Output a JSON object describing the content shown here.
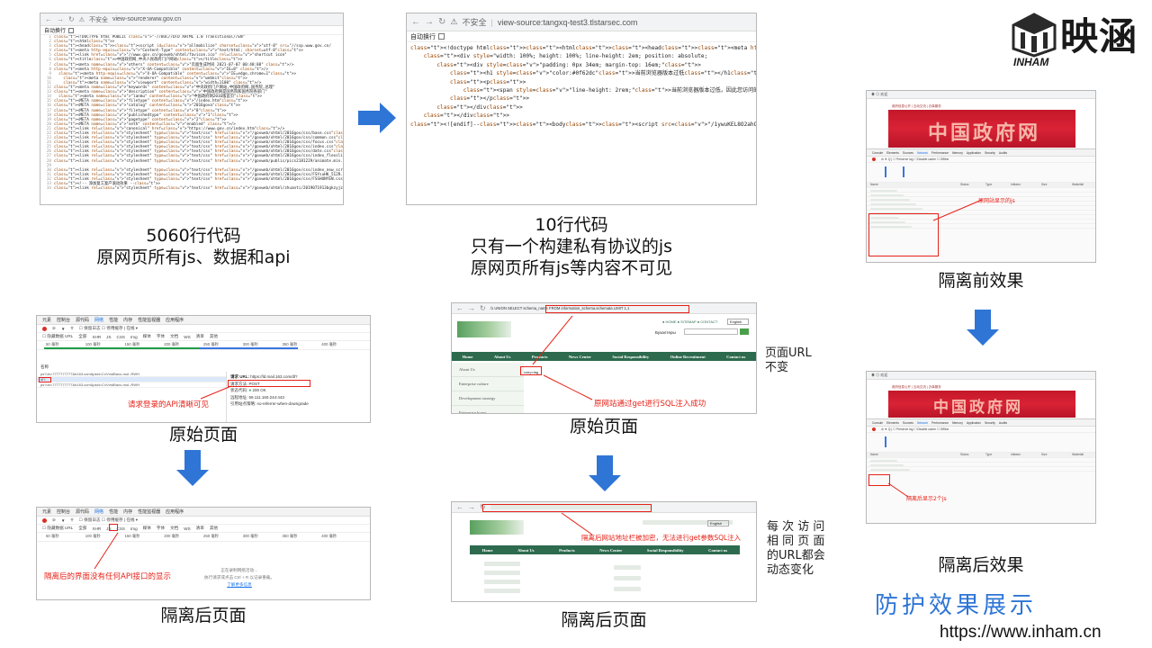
{
  "brand": {
    "name_cn": "映涵",
    "name_en": "INHAM",
    "url": "https://www.inham.cn",
    "section_title": "防护效果展示"
  },
  "colors": {
    "arrow": "#2e75d6",
    "annotation": "#e62117",
    "title_blue": "#2e75d6"
  },
  "top_left": {
    "browser": {
      "insecure_label": "不安全",
      "url": "view-source:www.gov.cn",
      "wrap_label": "自动换行"
    },
    "code_lines": [
      "<!DOCTYPE html PUBLIC \"-//W3C//DTD XHTML 1.0 Transitional//EN\"",
      "<html>",
      "<head><script id=\"allmobilize\" charset=\"utf-8\" src=\"//ssp.www.gov.cn/",
      "<meta http-equiv=\"Content-Type\" content=\"text/html; charset=utf-8\">",
      "<link href=\"//www.gov.cn/govweb/xhtml/favicon.ico\" rel=\"shortcut icon\"",
      "<title>中国政府网_中央人民政府门户网站</title>",
      "<meta name=\"others\" content=\"页面生成时间 2021-07-07 00:48:08\" />",
      "<meta http-equiv=\"X-UA-Compatible\" content=\"IE=8\" />",
      "  <meta http-equiv=\"X-UA-Compatible\" content=\"IE=edge,chrome=1\">",
      "    <meta name=\"renderer\" content=\"webkit\">",
      "    <meta name=\"viewport\" content=\"width=1100\" />",
      "<meta name=\"keywords\" content=\"中央政府门户网站,中国政府网,国务院,总理\"",
      "<meta name=\"description\" content=\"中国政府网是国务院和国务院各部门\"",
      "  <meta name=\"lanmu\" content=\"中国政府网2016版首页\">",
      "<META name=\"filetype\" content=\"/index.htm\">",
      "<META name=\"catalog\" content=\"2016gova\">",
      "<META name=\"filetype\" content=\"0\">",
      "<META name=\"publishedtype\" content=\"1\">",
      "<META name=\"pagetype\" content=\"2\">",
      "<META name=\"seth\" content=\"enabled\" />",
      "<link rel=\"canonical\" href=\"https://www.gov.cn/index.htm\"/>",
      "<link rel=\"stylesheet\" type=\"text/css\" href=\"/govweb/xhtml/2016gov/css/base.css\">",
      "<link rel=\"stylesheet\" type=\"text/css\" href=\"/govweb/xhtml/2016gov/css/common.css\">",
      "<link rel=\"stylesheet\" type=\"text/css\" href=\"/govweb/xhtml/2016gov/css/focus.css\">",
      "<link rel=\"stylesheet\" type=\"text/css\" href=\"/govweb/xhtml/2016gov/css/index.css\">",
      "<link rel=\"stylesheet\" type=\"text/css\" href=\"/govweb/xhtml/2016gov/css/date.css\">",
      "<link rel=\"stylesheet\" type=\"text/css\" href=\"/govweb/xhtml/2016gov/css/index_flexslider.css\">",
      "<link rel=\"stylesheet\" type=\"text/css\" href=\"/govweb/public/pics2181229/animate.min.css\">",
      "",
      "<link rel=\"stylesheet\" type=\"text/css\" href=\"/govweb/xhtml/2016gov/css/index_new_scroll.css\">",
      "<link rel=\"stylesheet\" type=\"text/css\" href=\"/govweb/xhtml/2016gov/css/FSYsuHK_512R.css\">",
      "<link rel=\"stylesheet\" type=\"text/css\" href=\"/govweb/xhtml/2016gov/css/FSSHUNYEN.css\">",
      "<!-- 添加复工复产滚动效果 -->",
      "<link rel=\"stylesheet\" type=\"text/css\" href=\"/govweb/xhtml/zhuanti/2019071913bgkzyjzlh/css/idangerous.\""
    ],
    "caption": [
      "5060行代码",
      "原网页所有js、数据和api"
    ]
  },
  "top_middle": {
    "browser": {
      "insecure_label": "不安全",
      "url": "view-source:tangxq-test3.tlstarsec.com",
      "wrap_label": "自动换行"
    },
    "code_lines": [
      "<!doctype html><html><head><meta http-equiv=\"X-UA-Compatible\" content=\"IE=edge\"/>",
      "    <div style=\"width: 100%; height: 100%; line-height: 2em; position: absolute;",
      "        <div style=\"padding: 0px 34em; margin-top: 16em;\">",
      "            <h1 style=\"color:#0f62dc\">当前浏览器版本过低</h1>",
      "            <p>",
      "                <span style=\"line-height: 2rem;\">当前浏览器版本过低，因此您访问的页面无",
      "            </p>",
      "        </div>",
      "    </div>",
      "<![endif]--><body><script src=\"/1ywuKEL8O2ahOuHZ/js/app.4be8ed6c.js\"></script"
    ],
    "caption": [
      "10行代码",
      "只有一个构建私有协议的js",
      "原网页所有js等内容不可见"
    ]
  },
  "right_column": {
    "before": {
      "banner_text": "中国政府网",
      "annotation": "原网站显示的js",
      "caption": "隔离前效果"
    },
    "after": {
      "annotation": "隔离后显示2个js",
      "caption": "隔离后效果"
    },
    "devtools_tabs": [
      "Console",
      "Elements",
      "Sources",
      "Network",
      "Performance",
      "Memory",
      "Application",
      "Security",
      "Audits"
    ],
    "devtools_cols": [
      "Name",
      "Status",
      "Type",
      "Initiator",
      "Size",
      "Waterfall"
    ]
  },
  "mid_left": {
    "devtools_tabs": [
      "元素",
      "控制台",
      "源代码",
      "网络",
      "性能",
      "内存",
      "性能监视器",
      "应用程序"
    ],
    "filter_items": [
      "隐藏数据 URL",
      "全部",
      "XHR",
      "JS",
      "CSS",
      "Img",
      "媒体",
      "字体",
      "文档",
      "WS",
      "清单",
      "其他"
    ],
    "timeline_ticks": [
      "50 毫秒",
      "100 毫秒",
      "150 毫秒",
      "200 毫秒",
      "250 毫秒",
      "300 毫秒",
      "350 毫秒",
      "400 毫秒"
    ],
    "request_url_label": "请求 URL:",
    "request_url": "https://ld.mail.163.com/dl?",
    "method_label": "请求方法:",
    "method": "POST",
    "status_label": "状态代码:",
    "status": "200 OK",
    "remote_label": "远程地址:",
    "remote": "59.111.160.244:443",
    "referrer_label": "引用站点策略:",
    "referrer": "no-referrer-when-downgrade",
    "annotation": "请求登录的API清晰可见",
    "caption": "原始页面"
  },
  "bottom_left": {
    "annotation": "隔离后的界面没有任何API接口的显示",
    "placeholder_1": "正在录制网络活动…",
    "placeholder_2": "执行请求或点击 Ctrl + R 以记录重载。",
    "placeholder_link": "了解更多信息",
    "caption": "隔离后页面"
  },
  "mid_middle": {
    "url": "/1 UNION SELECT schema_name FROM information_schema.schemata LIMIT 1,1",
    "nav_items": [
      "Home",
      "About Us",
      "Products",
      "News Center",
      "Social Responsibility",
      "Online Recruitment",
      "Contact us"
    ],
    "side_items": [
      "About Us",
      "Enterprise culture",
      "Development strategy",
      "Enterprise honor"
    ],
    "top_links": [
      "HOME",
      "SITEMAP",
      "CONTACT"
    ],
    "language": "English",
    "search_label": "Бухалтеры",
    "result": "sonycing",
    "annotation": "原网站通过get进行SQL注入成功",
    "caption": "原始页面",
    "side_note": [
      "页面URL",
      "不变"
    ]
  },
  "bottom_middle": {
    "annotation": "隔离后网站地址栏被加密，无法进行get参数SQL注入",
    "nav_items": [
      "Home",
      "About Us",
      "Products",
      "News Center",
      "Social Responsibility",
      "Contact us"
    ],
    "caption": "隔离后页面",
    "side_note": [
      "每 次 访 问",
      "相 同 页 面",
      "的URL都会",
      "动态变化"
    ]
  }
}
